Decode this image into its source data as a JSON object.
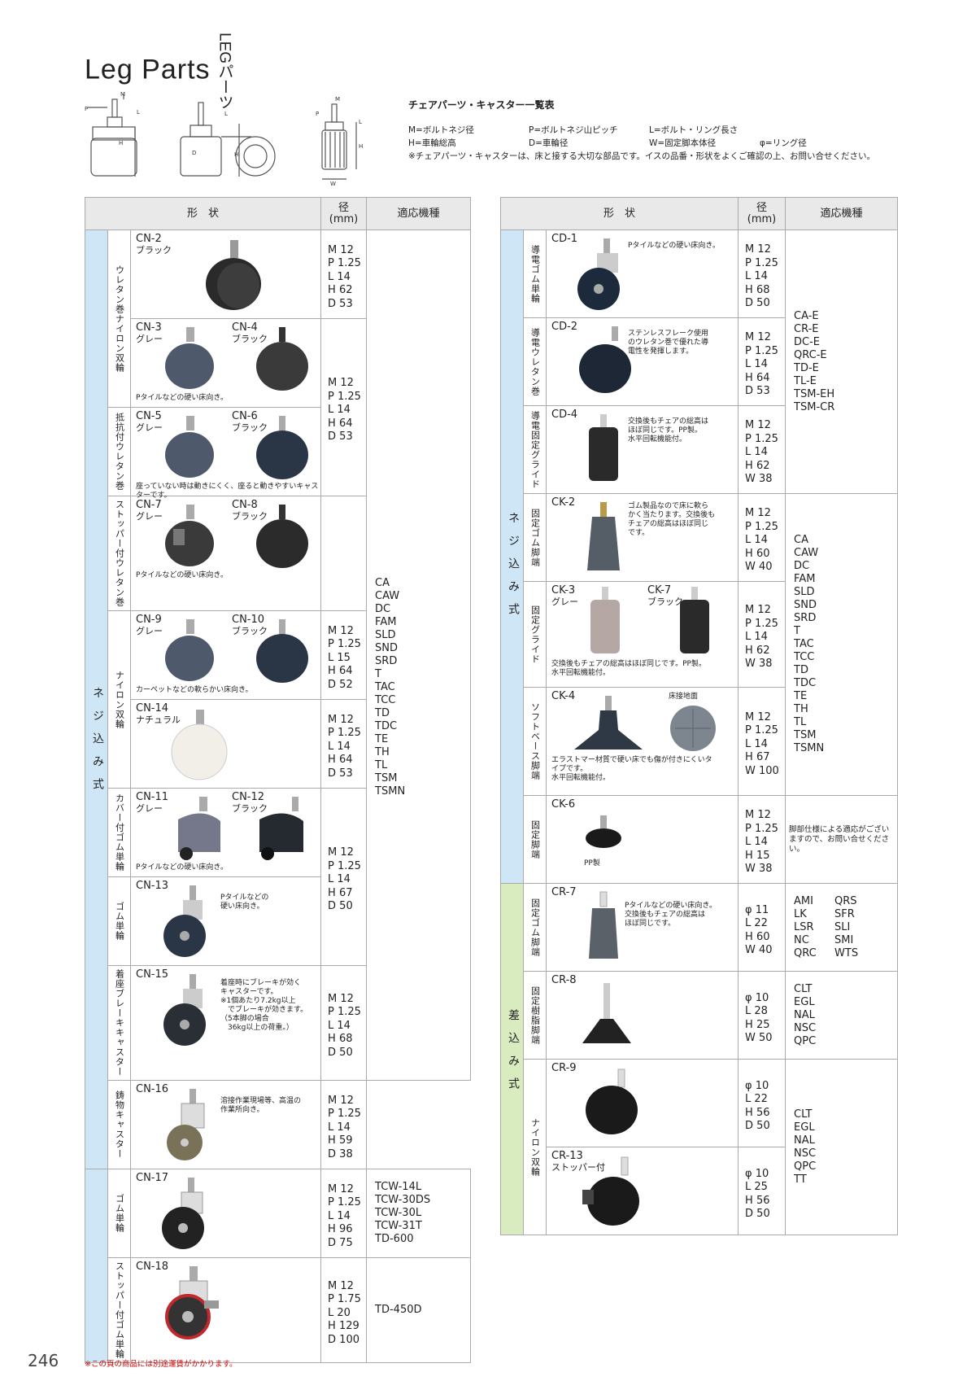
{
  "header": {
    "title": "Leg Parts",
    "subtitle": "LEGパーツ"
  },
  "legend": {
    "heading": "チェアパーツ・キャスター一覧表",
    "row1": [
      "M=ボルトネジ径",
      "P=ボルトネジ山ピッチ",
      "L=ボルト・リング長さ"
    ],
    "row2": [
      "H=車輪総高",
      "D=車輪径",
      "W=固定脚本体径",
      "φ=リング径"
    ],
    "note": "※チェアパーツ・キャスターは、床と接する大切な部品です。イスの品番・形状をよくご確認の上、お問い合せください。"
  },
  "table_headers": {
    "shape": "形　状",
    "dia": "径\n(mm)",
    "models": "適応機種"
  },
  "left": {
    "group": "ネジ込み式",
    "subgroups": [
      "ウレタン巻ナイロン双輪",
      "抵抗付ウレタン巻",
      "ストッパー付ウレタン巻",
      "ナイロン双輪",
      "カバー付ゴム単輪",
      "ゴム単輪",
      "着座ブレーキキャスター",
      "鋳物キャスター",
      "ゴム単輪",
      "ストッパー付ゴム単輪"
    ],
    "rows": [
      {
        "names": [
          "CN-2"
        ],
        "colors": [
          "ブラック"
        ],
        "note": "",
        "dims": [
          "M 12",
          "P 1.25",
          "L 14",
          "H 62",
          "D 53"
        ]
      },
      {
        "names": [
          "CN-3",
          "CN-4"
        ],
        "colors": [
          "グレー",
          "ブラック"
        ],
        "note": "Pタイルなどの硬い床向き。"
      },
      {
        "names": [
          "CN-5",
          "CN-6"
        ],
        "colors": [
          "グレー",
          "ブラック"
        ],
        "note": "座っていない時は動きにくく、座ると動きやすいキャスターです。",
        "dims": [
          "M 12",
          "P 1.25",
          "L 14",
          "H 64",
          "D 53"
        ]
      },
      {
        "names": [
          "CN-7",
          "CN-8"
        ],
        "colors": [
          "グレー",
          "ブラック"
        ],
        "note": "Pタイルなどの硬い床向き。"
      },
      {
        "names": [
          "CN-9",
          "CN-10"
        ],
        "colors": [
          "グレー",
          "ブラック"
        ],
        "note": "カーペットなどの軟らかい床向き。",
        "dims": [
          "M 12",
          "P 1.25",
          "L 15",
          "H 64",
          "D 52"
        ]
      },
      {
        "names": [
          "CN-14"
        ],
        "colors": [
          "ナチュラル"
        ],
        "note": "",
        "dims": [
          "M 12",
          "P 1.25",
          "L 14",
          "H 64",
          "D 53"
        ]
      },
      {
        "names": [
          "CN-11",
          "CN-12"
        ],
        "colors": [
          "グレー",
          "ブラック"
        ],
        "note": "Pタイルなどの硬い床向き。",
        "dims": [
          "M 12",
          "P 1.25",
          "L 14",
          "H 67",
          "D 50"
        ]
      },
      {
        "names": [
          "CN-13"
        ],
        "colors": [
          ""
        ],
        "note": "Pタイルなどの\n硬い床向き。"
      },
      {
        "names": [
          "CN-15"
        ],
        "colors": [
          ""
        ],
        "note": "着座時にブレーキが効く\nキャスターです。\n※1個あたり7.2kg以上\n　でブレーキが効きます。\n（5本脚の場合\n　36kg以上の荷重。）",
        "dims": [
          "M 12",
          "P 1.25",
          "L 14",
          "H 68",
          "D 50"
        ]
      },
      {
        "names": [
          "CN-16"
        ],
        "colors": [
          ""
        ],
        "note": "溶接作業現場等、高温の\n作業所向き。",
        "dims": [
          "M 12",
          "P 1.25",
          "L 14",
          "H 59",
          "D 38"
        ]
      },
      {
        "names": [
          "CN-17"
        ],
        "colors": [
          ""
        ],
        "note": "",
        "dims": [
          "M 12",
          "P 1.25",
          "L 14",
          "H 96",
          "D 75"
        ]
      },
      {
        "names": [
          "CN-18"
        ],
        "colors": [
          ""
        ],
        "note": "",
        "dims": [
          "M 12",
          "P 1.75",
          "L 20",
          "H 129",
          "D 100"
        ]
      }
    ],
    "models_main": [
      "CA",
      "CAW",
      "DC",
      "FAM",
      "SLD",
      "SND",
      "SRD",
      "T",
      "TAC",
      "TCC",
      "TD",
      "TDC",
      "TE",
      "TH",
      "TL",
      "TSM",
      "TSMN"
    ],
    "models_cn17": [
      "TCW-14L",
      "TCW-30DS",
      "TCW-30L",
      "TCW-31T",
      "TD-600"
    ],
    "models_cn18": [
      "TD-450D"
    ]
  },
  "right": {
    "group1": "ネジ込み式",
    "group2": "差込み式",
    "subgroups": [
      "導電ゴム単輪",
      "導電ウレタン巻",
      "導電固定グライド",
      "固定ゴム脚端",
      "固定グライド",
      "ソフトベース脚端",
      "固定脚端",
      "固定ゴム脚端",
      "固定樹脂脚端",
      "ナイロン双輪"
    ],
    "rows": [
      {
        "names": [
          "CD-1"
        ],
        "colors": [
          ""
        ],
        "note": "Pタイルなどの硬い床向き。",
        "dims": [
          "M 12",
          "P 1.25",
          "L 14",
          "H 68",
          "D 50"
        ]
      },
      {
        "names": [
          "CD-2"
        ],
        "colors": [
          ""
        ],
        "note": "ステンレスフレーク使用\nのウレタン巻で優れた導\n電性を発揮します。",
        "dims": [
          "M 12",
          "P 1.25",
          "L 14",
          "H 64",
          "D 53"
        ]
      },
      {
        "names": [
          "CD-4"
        ],
        "colors": [
          ""
        ],
        "note": "交換後もチェアの総高は\nほぼ同じです。PP製。\n水平回転機能付。",
        "dims": [
          "M 12",
          "P 1.25",
          "L 14",
          "H 62",
          "W 38"
        ]
      },
      {
        "names": [
          "CK-2"
        ],
        "colors": [
          ""
        ],
        "note": "ゴム製品なので床に軟ら\nかく当たります。交換後も\nチェアの総高はほぼ同じ\nです。",
        "dims": [
          "M 12",
          "P 1.25",
          "L 14",
          "H 60",
          "W 40"
        ]
      },
      {
        "names": [
          "CK-3",
          "CK-7"
        ],
        "colors": [
          "グレー",
          "ブラック"
        ],
        "note": "交換後もチェアの総高はほぼ同じです。PP製。\n水平回転機能付。",
        "dims": [
          "M 12",
          "P 1.25",
          "L 14",
          "H 62",
          "W 38"
        ]
      },
      {
        "names": [
          "CK-4"
        ],
        "colors": [
          ""
        ],
        "note": "エラストマー材質で硬い床でも傷が付きにくいタ\nイプです。\n水平回転機能付。",
        "extra": "床接地面",
        "dims": [
          "M 12",
          "P 1.25",
          "L 14",
          "H 67",
          "W 100"
        ]
      },
      {
        "names": [
          "CK-6"
        ],
        "colors": [
          ""
        ],
        "note": "PP製",
        "dims": [
          "M 12",
          "P 1.25",
          "L 14",
          "H 15",
          "W 38"
        ]
      },
      {
        "names": [
          "CR-7"
        ],
        "colors": [
          ""
        ],
        "note": "Pタイルなどの硬い床向き。\n交換後もチェアの総高は\nほぼ同じです。",
        "dims": [
          "φ 11",
          "L 22",
          "H 60",
          "W 40"
        ]
      },
      {
        "names": [
          "CR-8"
        ],
        "colors": [
          ""
        ],
        "note": "",
        "dims": [
          "φ 10",
          "L 28",
          "H 25",
          "W 50"
        ]
      },
      {
        "names": [
          "CR-9"
        ],
        "colors": [
          ""
        ],
        "note": "",
        "dims": [
          "φ 10",
          "L 22",
          "H 56",
          "D 50"
        ]
      },
      {
        "names": [
          "CR-13"
        ],
        "colors": [
          "ストッパー付"
        ],
        "note": "",
        "dims": [
          "φ 10",
          "L 25",
          "H 56",
          "D 50"
        ]
      }
    ],
    "models_cd": [
      "CA-E",
      "CR-E",
      "DC-E",
      "QRC-E",
      "TD-E",
      "TL-E",
      "TSM-EH",
      "TSM-CR"
    ],
    "models_ck": [
      "CA",
      "CAW",
      "DC",
      "FAM",
      "SLD",
      "SND",
      "SRD",
      "T",
      "TAC",
      "TCC",
      "TD",
      "TDC",
      "TE",
      "TH",
      "TL",
      "TSM",
      "TSMN"
    ],
    "models_ck6": "脚部仕様による適応がございますので、お問い合せください。",
    "models_cr7_a": [
      "AMI",
      "LK",
      "LSR",
      "NC",
      "QRC"
    ],
    "models_cr7_b": [
      "QRS",
      "SFR",
      "SLI",
      "SMI",
      "WTS"
    ],
    "models_cr8": [
      "CLT",
      "EGL",
      "NAL",
      "NSC",
      "QPC"
    ],
    "models_cr9": [
      "CLT",
      "EGL",
      "NAL",
      "NSC",
      "QPC",
      "TT"
    ]
  },
  "footer": {
    "page": "246",
    "note": "※この頁の商品には別途運賃がかかります。"
  }
}
